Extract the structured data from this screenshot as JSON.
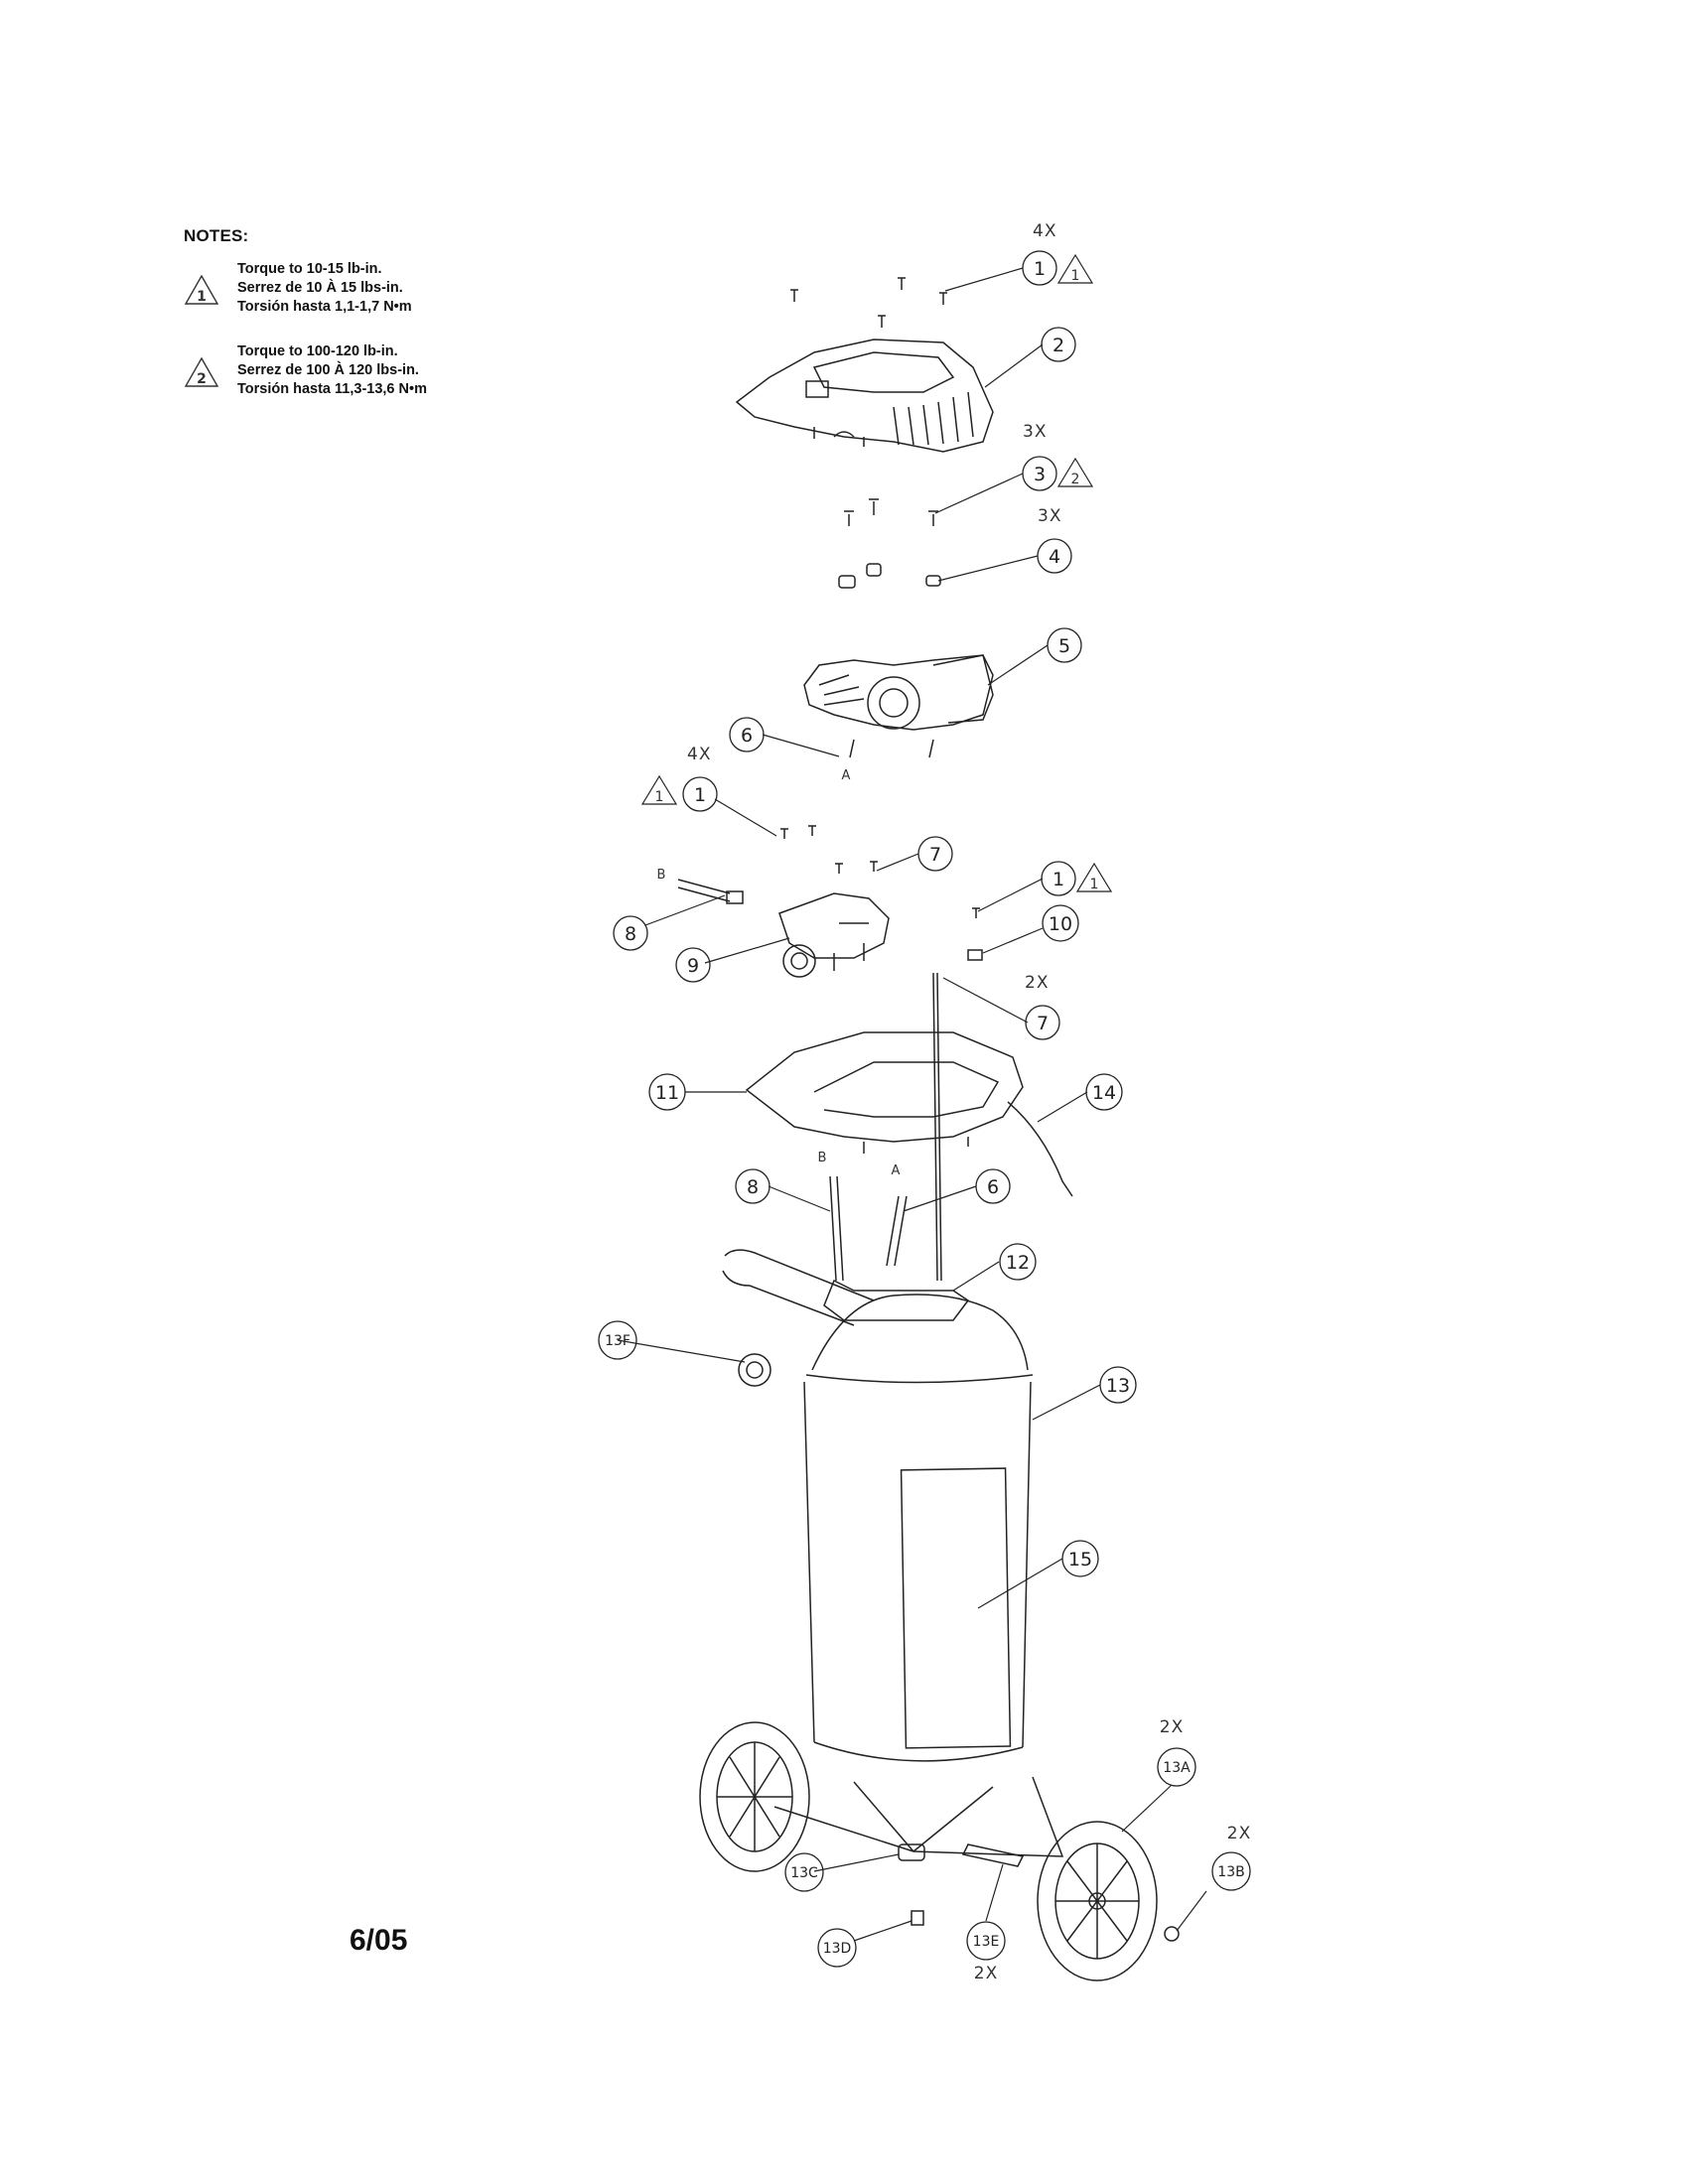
{
  "notes": {
    "title": "NOTES:",
    "items": [
      {
        "symbol": "1",
        "lines": [
          "Torque to 10-15 lb-in.",
          "Serrez de 10 À 15 lbs-in.",
          "Torsión hasta 1,1-1,7 N•m"
        ]
      },
      {
        "symbol": "2",
        "lines": [
          "Torque to 100-120 lb-in.",
          "Serrez de 100 À 120 lbs-in.",
          "Torsión hasta 11,3-13,6 N•m"
        ]
      }
    ]
  },
  "date_code": "6/05",
  "callouts": [
    {
      "id": "c1a",
      "label": "1",
      "qty": "4X",
      "torque": "1"
    },
    {
      "id": "c2",
      "label": "2"
    },
    {
      "id": "c3",
      "label": "3",
      "qty": "3X",
      "torque": "2"
    },
    {
      "id": "c4",
      "label": "4",
      "qty": "3X"
    },
    {
      "id": "c5",
      "label": "5"
    },
    {
      "id": "c6a",
      "label": "6",
      "port": "A"
    },
    {
      "id": "c1b",
      "label": "1",
      "qty": "4X",
      "torque": "1"
    },
    {
      "id": "c7a",
      "label": "7"
    },
    {
      "id": "c1c",
      "label": "1",
      "torque": "1"
    },
    {
      "id": "c8a",
      "label": "8",
      "port": "B"
    },
    {
      "id": "c10",
      "label": "10"
    },
    {
      "id": "c9",
      "label": "9"
    },
    {
      "id": "c7b",
      "label": "7",
      "qty": "2X"
    },
    {
      "id": "c11",
      "label": "11"
    },
    {
      "id": "c14",
      "label": "14"
    },
    {
      "id": "c8b",
      "label": "8",
      "port": "B"
    },
    {
      "id": "c6b",
      "label": "6",
      "port": "A"
    },
    {
      "id": "c12",
      "label": "12"
    },
    {
      "id": "c13f",
      "label": "13F"
    },
    {
      "id": "c13",
      "label": "13"
    },
    {
      "id": "c15",
      "label": "15"
    },
    {
      "id": "c13a",
      "label": "13A",
      "qty": "2X"
    },
    {
      "id": "c13b",
      "label": "13B",
      "qty": "2X"
    },
    {
      "id": "c13c",
      "label": "13C"
    },
    {
      "id": "c13d",
      "label": "13D"
    },
    {
      "id": "c13e",
      "label": "13E",
      "qty": "2X"
    }
  ]
}
